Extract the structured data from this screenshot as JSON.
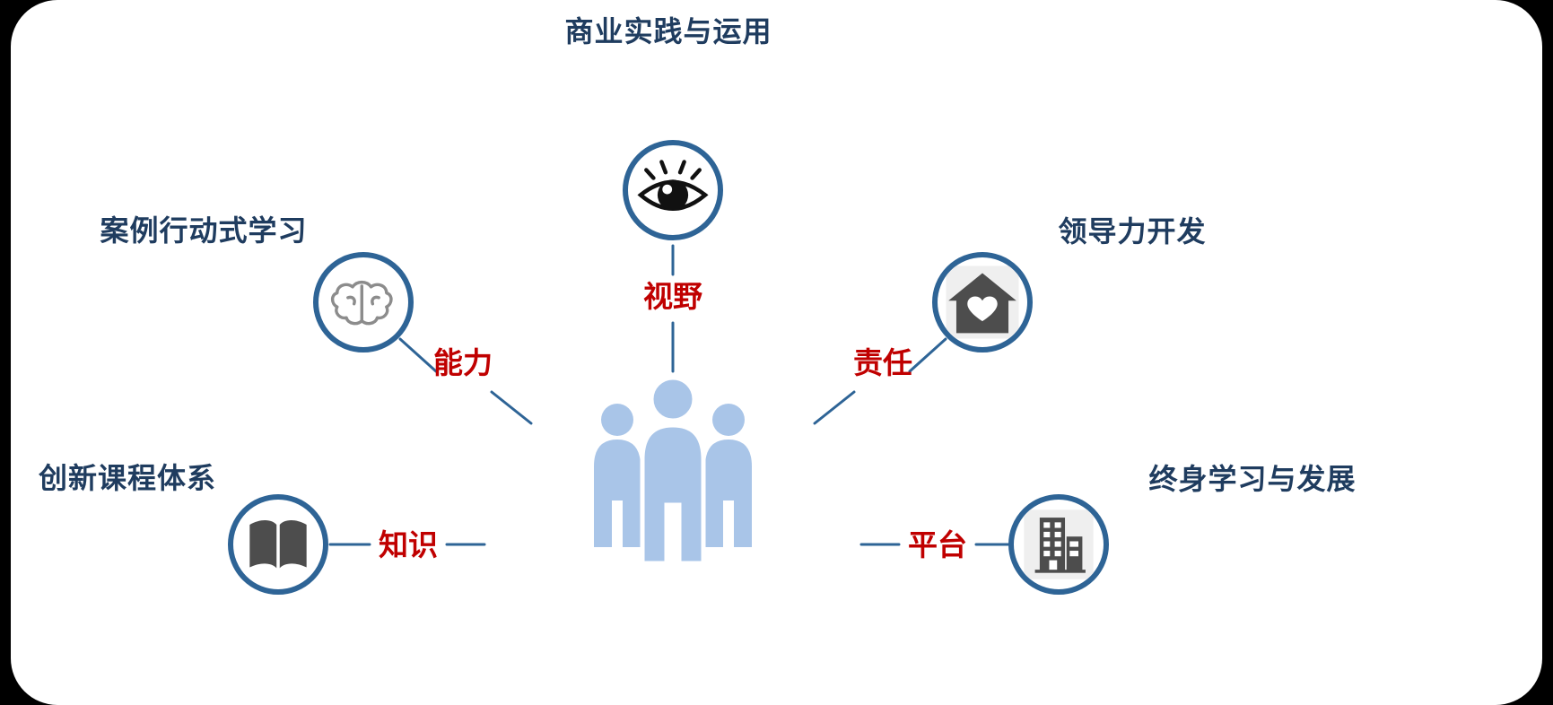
{
  "diagram": {
    "type": "hub-and-spoke",
    "center": {
      "figure": "people-group"
    },
    "nodes": {
      "top": {
        "title": "商业实践与运用",
        "keyword": "视野",
        "icon": "eye-icon"
      },
      "upper_left": {
        "title": "案例行动式学习",
        "keyword": "能力",
        "icon": "brain-icon"
      },
      "upper_right": {
        "title": "领导力开发",
        "keyword": "责任",
        "icon": "house-heart-icon"
      },
      "lower_left": {
        "title": "创新课程体系",
        "keyword": "知识",
        "icon": "open-book-icon"
      },
      "lower_right": {
        "title": "终身学习与发展",
        "keyword": "平台",
        "icon": "building-icon"
      }
    },
    "colors": {
      "title_text": "#1F3C5F",
      "keyword_text": "#C00000",
      "circle_border": "#2E6496",
      "connector_line": "#2E6496",
      "people_fill": "#A9C5E8",
      "icon_dark": "#4D4D4D",
      "icon_gray_outline": "#8C8C8C",
      "panel_background": "#FFFFFF",
      "outer_background": "#000000"
    }
  }
}
